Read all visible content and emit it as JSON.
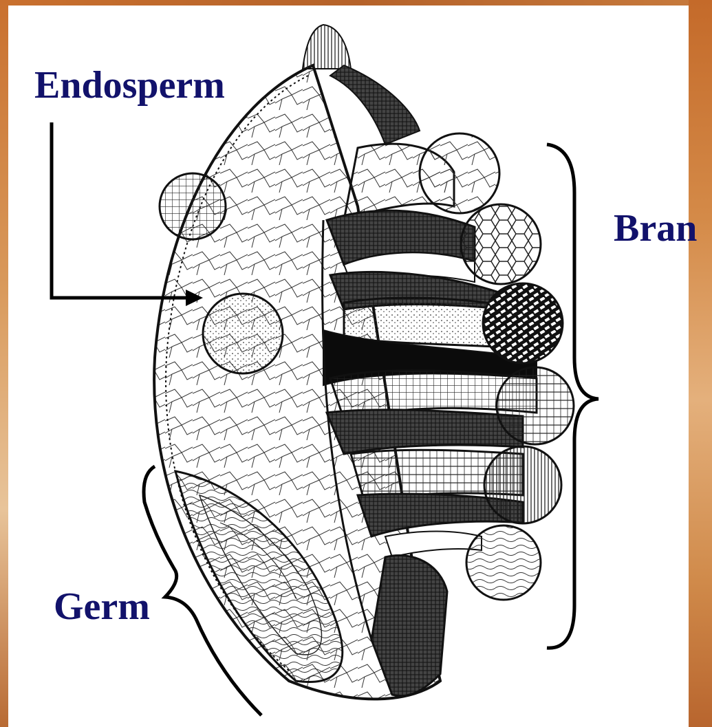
{
  "labels": {
    "endosperm": "Endosperm",
    "bran": "Bran",
    "germ": "Germ"
  },
  "colors": {
    "label_text": "#12126b",
    "frame": "#c46a2a",
    "ink": "#111111"
  }
}
